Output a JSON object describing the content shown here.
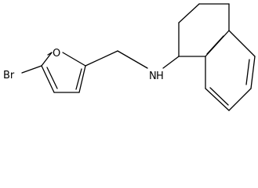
{
  "molecule": {
    "atoms": {
      "bromine": "Br",
      "oxygen": "O",
      "amine": "N",
      "amine_hydrogen": "H"
    }
  }
}
